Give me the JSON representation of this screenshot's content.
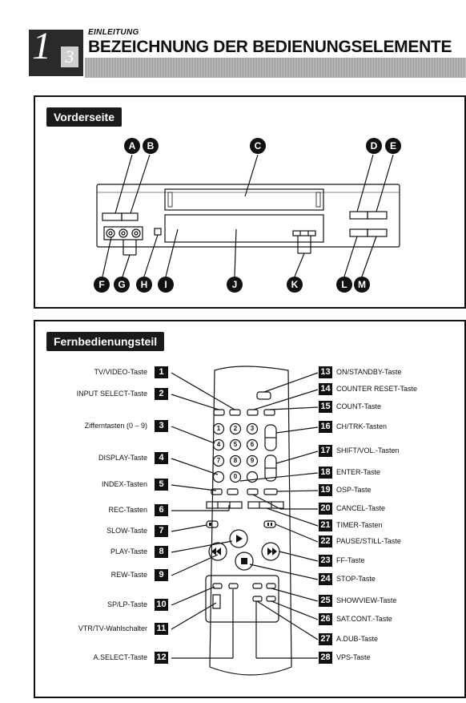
{
  "header": {
    "chapter_number": "1",
    "chapter_sub": "3",
    "section_label": "EINLEITUNG",
    "title": "BEZEICHNUNG DER BEDIENUNGSELEMENTE"
  },
  "front_panel": {
    "title": "Vorderseite",
    "callouts": [
      "A",
      "B",
      "C",
      "D",
      "E",
      "F",
      "G",
      "H",
      "I",
      "J",
      "K",
      "L",
      "M"
    ]
  },
  "remote_panel": {
    "title": "Fernbedienungsteil",
    "left_labels": [
      {
        "num": "1",
        "text": "TV/VIDEO-Taste"
      },
      {
        "num": "2",
        "text": "INPUT SELECT-Taste"
      },
      {
        "num": "3",
        "text": "Zifferntasten (0 – 9)"
      },
      {
        "num": "4",
        "text": "DISPLAY-Taste"
      },
      {
        "num": "5",
        "text": "INDEX-Tasten"
      },
      {
        "num": "6",
        "text": "REC-Tasten"
      },
      {
        "num": "7",
        "text": "SLOW-Taste"
      },
      {
        "num": "8",
        "text": "PLAY-Taste"
      },
      {
        "num": "9",
        "text": "REW-Taste"
      },
      {
        "num": "10",
        "text": "SP/LP-Taste"
      },
      {
        "num": "11",
        "text": "VTR/TV-Wahlschalter"
      },
      {
        "num": "12",
        "text": "A.SELECT-Taste"
      }
    ],
    "right_labels": [
      {
        "num": "13",
        "text": "ON/STANDBY-Taste"
      },
      {
        "num": "14",
        "text": "COUNTER RESET-Taste"
      },
      {
        "num": "15",
        "text": "COUNT-Taste"
      },
      {
        "num": "16",
        "text": "CH/TRK-Tasten"
      },
      {
        "num": "17",
        "text": "SHIFT/VOL.-Tasten"
      },
      {
        "num": "18",
        "text": "ENTER-Taste"
      },
      {
        "num": "19",
        "text": "OSP-Taste"
      },
      {
        "num": "20",
        "text": "CANCEL-Taste"
      },
      {
        "num": "21",
        "text": "TIMER-Tasten"
      },
      {
        "num": "22",
        "text": "PAUSE/STILL-Taste"
      },
      {
        "num": "23",
        "text": "FF-Taste"
      },
      {
        "num": "24",
        "text": "STOP-Taste"
      },
      {
        "num": "25",
        "text": "SHOWVIEW-Taste"
      },
      {
        "num": "26",
        "text": "SAT.CONT.-Taste"
      },
      {
        "num": "27",
        "text": "A.DUB-Taste"
      },
      {
        "num": "28",
        "text": "VPS-Taste"
      }
    ],
    "keypad": [
      "1",
      "2",
      "3",
      "4",
      "5",
      "6",
      "7",
      "8",
      "9",
      "0"
    ]
  }
}
